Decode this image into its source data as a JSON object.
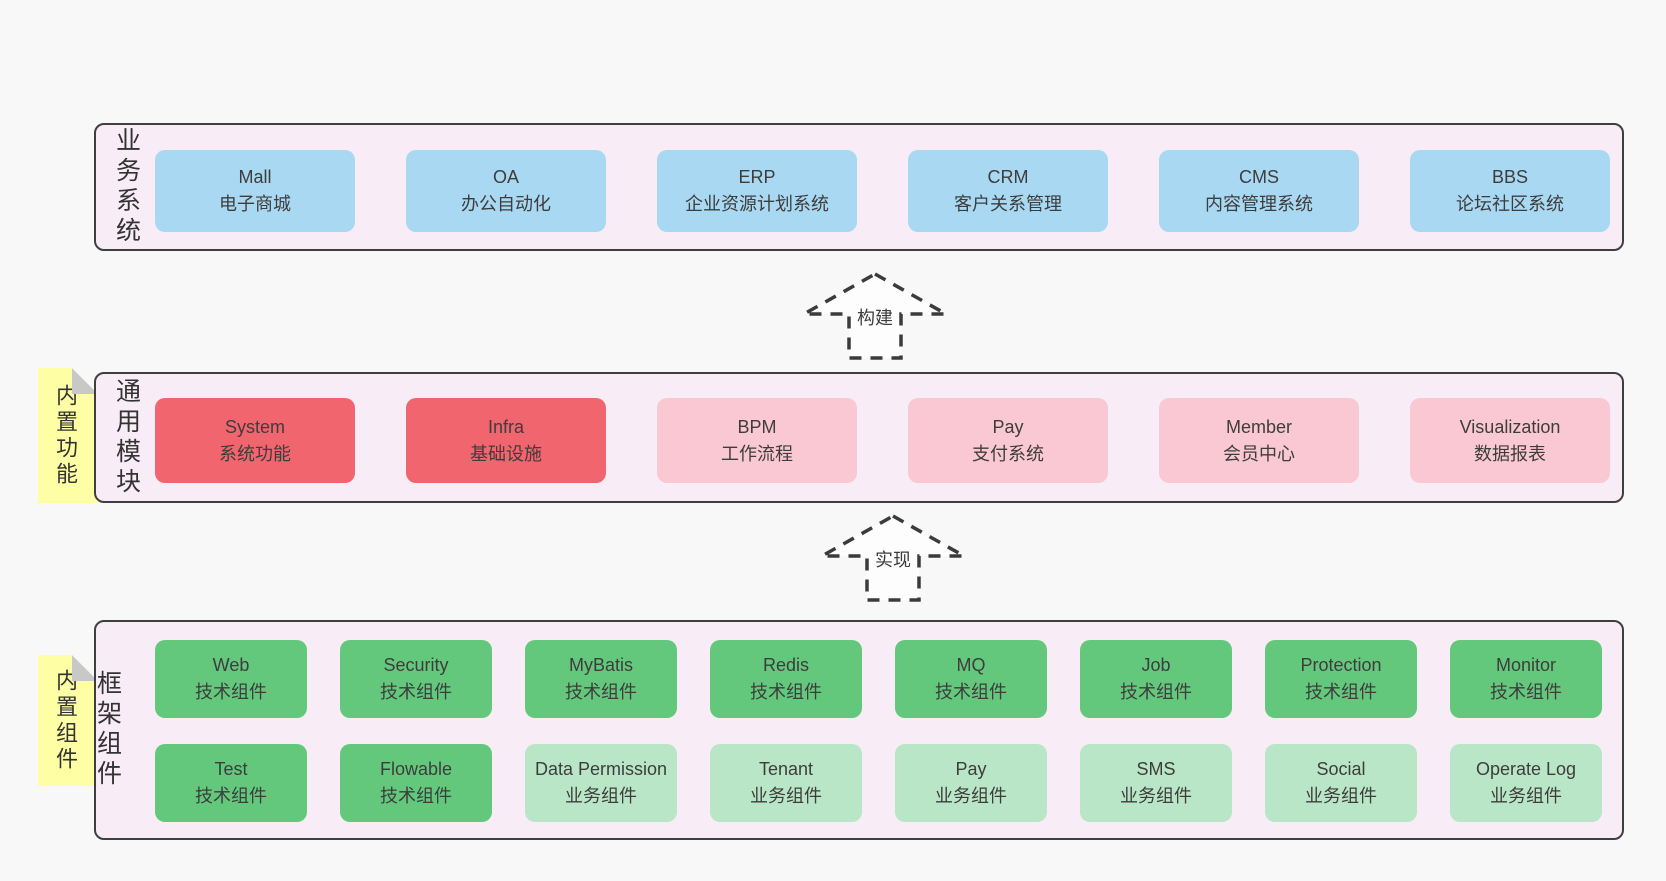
{
  "business_layer": {
    "label": "业务系统",
    "boxes": [
      {
        "en": "Mall",
        "zh": "电子商城"
      },
      {
        "en": "OA",
        "zh": "办公自动化"
      },
      {
        "en": "ERP",
        "zh": "企业资源计划系统"
      },
      {
        "en": "CRM",
        "zh": "客户关系管理"
      },
      {
        "en": "CMS",
        "zh": "内容管理系统"
      },
      {
        "en": "BBS",
        "zh": "论坛社区系统"
      }
    ]
  },
  "build_arrow": {
    "label": "构建"
  },
  "modules_layer": {
    "label": "通用模块",
    "note": "内置功能",
    "boxes": [
      {
        "en": "System",
        "zh": "系统功能"
      },
      {
        "en": "Infra",
        "zh": "基础设施"
      },
      {
        "en": "BPM",
        "zh": "工作流程"
      },
      {
        "en": "Pay",
        "zh": "支付系统"
      },
      {
        "en": "Member",
        "zh": "会员中心"
      },
      {
        "en": "Visualization",
        "zh": "数据报表"
      }
    ]
  },
  "implement_arrow": {
    "label": "实现"
  },
  "components_layer": {
    "label": "框架组件",
    "note": "内置组件",
    "row1": [
      {
        "en": "Web",
        "zh": "技术组件"
      },
      {
        "en": "Security",
        "zh": "技术组件"
      },
      {
        "en": "MyBatis",
        "zh": "技术组件"
      },
      {
        "en": "Redis",
        "zh": "技术组件"
      },
      {
        "en": "MQ",
        "zh": "技术组件"
      },
      {
        "en": "Job",
        "zh": "技术组件"
      },
      {
        "en": "Protection",
        "zh": "技术组件"
      },
      {
        "en": "Monitor",
        "zh": "技术组件"
      }
    ],
    "row2": [
      {
        "en": "Test",
        "zh": "技术组件"
      },
      {
        "en": "Flowable",
        "zh": "技术组件"
      },
      {
        "en": "Data Permission",
        "zh": "业务组件"
      },
      {
        "en": "Tenant",
        "zh": "业务组件"
      },
      {
        "en": "Pay",
        "zh": "业务组件"
      },
      {
        "en": "SMS",
        "zh": "业务组件"
      },
      {
        "en": "Social",
        "zh": "业务组件"
      },
      {
        "en": "Operate Log",
        "zh": "业务组件"
      }
    ]
  },
  "colors": {
    "page_bg": "#f8f8f8",
    "layer_bg": "#f8edf6",
    "layer_border": "#3f3f3f",
    "business_box": "#a9d8f2",
    "core_module_box": "#f0656e",
    "module_box": "#fac8d2",
    "tech_component_box": "#64c87c",
    "biz_component_box": "#b9e6c6",
    "sticky_note": "#feffa5",
    "note_fold": "#c8c8c8"
  }
}
